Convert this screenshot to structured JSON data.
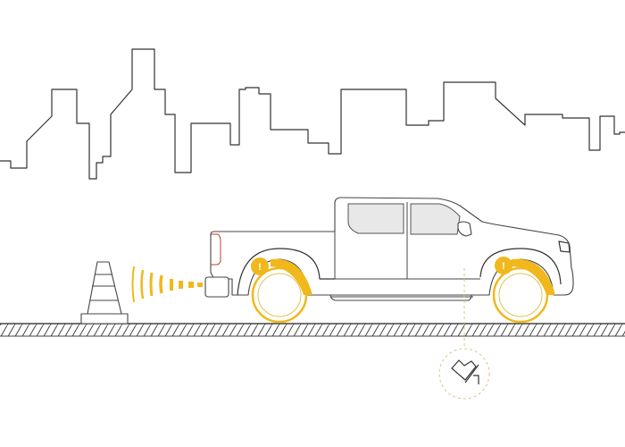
{
  "scene": {
    "title_hidden": "",
    "warning_symbol_rear": "!",
    "warning_symbol_front": "!",
    "icons": [
      "city-skyline",
      "traffic-cone",
      "pickup-truck",
      "proximity-sensor-waves",
      "wheel-sensor-warning",
      "off-road-terrain-icon"
    ]
  },
  "colors": {
    "accent": "#f0b81c",
    "line": "#333333",
    "window": "#e8e8e8",
    "taillight": "#c0392b",
    "dashed": "#d9c48a"
  }
}
